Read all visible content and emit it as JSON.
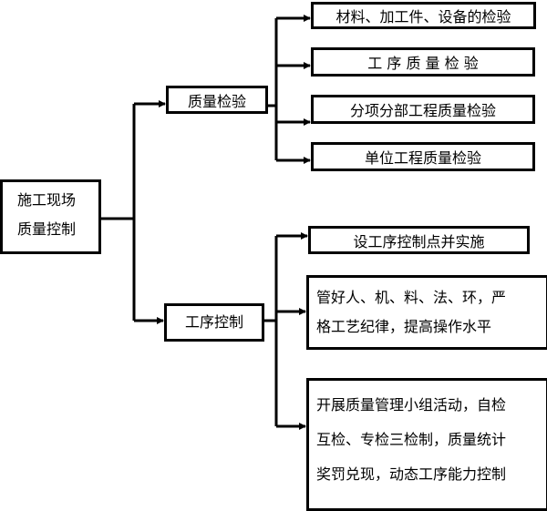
{
  "root": {
    "line1": "施工现场",
    "line2": "质量控制"
  },
  "branches": [
    {
      "label": "质量检验",
      "children": [
        "材料、加工件、设备的检验",
        "工 序 质 量 检 验",
        "分项分部工程质量检验",
        "单位工程质量检验"
      ]
    },
    {
      "label": "工序控制",
      "children": [
        "设工序控制点并实施",
        [
          "管好人、机、料、法、环，严",
          "格工艺纪律，提高操作水平"
        ],
        [
          "开展质量管理小组活动，自检",
          "互检、专检三检制，质量统计",
          "奖罚兑现，动态工序能力控制"
        ]
      ]
    }
  ]
}
